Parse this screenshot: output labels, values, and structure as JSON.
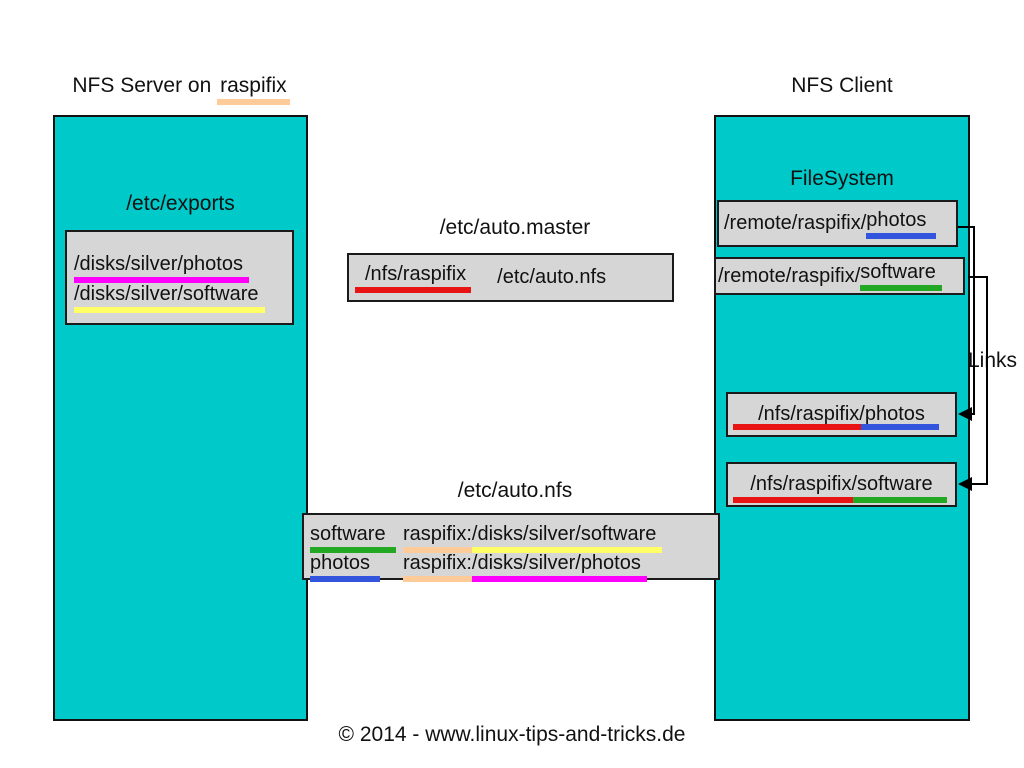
{
  "header": {
    "server_title_prefix": "NFS Server on ",
    "server_title_host": "raspifix",
    "client_title": "NFS Client"
  },
  "server": {
    "exports_label": "/etc/exports",
    "exports_lines": [
      "/disks/silver/photos",
      "/disks/silver/software"
    ]
  },
  "auto_master": {
    "label": "/etc/auto.master",
    "mount_point": "/nfs/raspifix",
    "map_file": "/etc/auto.nfs"
  },
  "client": {
    "filesystem_label": "FileSystem",
    "remote_photos_prefix": "/remote/raspifix/",
    "remote_photos_leaf": "photos",
    "remote_software_prefix": "/remote/raspifix/",
    "remote_software_leaf": "software",
    "links_label": "Links",
    "nfs_photos": "/nfs/raspifix/photos",
    "nfs_software": "/nfs/raspifix/software"
  },
  "auto_nfs": {
    "label": "/etc/auto.nfs",
    "rows": [
      {
        "key": "software",
        "host": "raspifix:",
        "path": "/disks/silver/software"
      },
      {
        "key": "photos",
        "host": "raspifix:",
        "path": "/disks/silver/photos"
      }
    ]
  },
  "footer": {
    "copyright": "© 2014 - www.linux-tips-and-tricks.de"
  },
  "colors": {
    "panel_cyan": "#00C9C9",
    "box_gray": "#D6D6D6",
    "underline_red": "#E81414",
    "underline_blue": "#3355DD",
    "underline_green": "#22A822",
    "underline_magenta": "#FF00FF",
    "underline_yellow": "#FFFF66",
    "underline_orange": "#FFCC99"
  }
}
